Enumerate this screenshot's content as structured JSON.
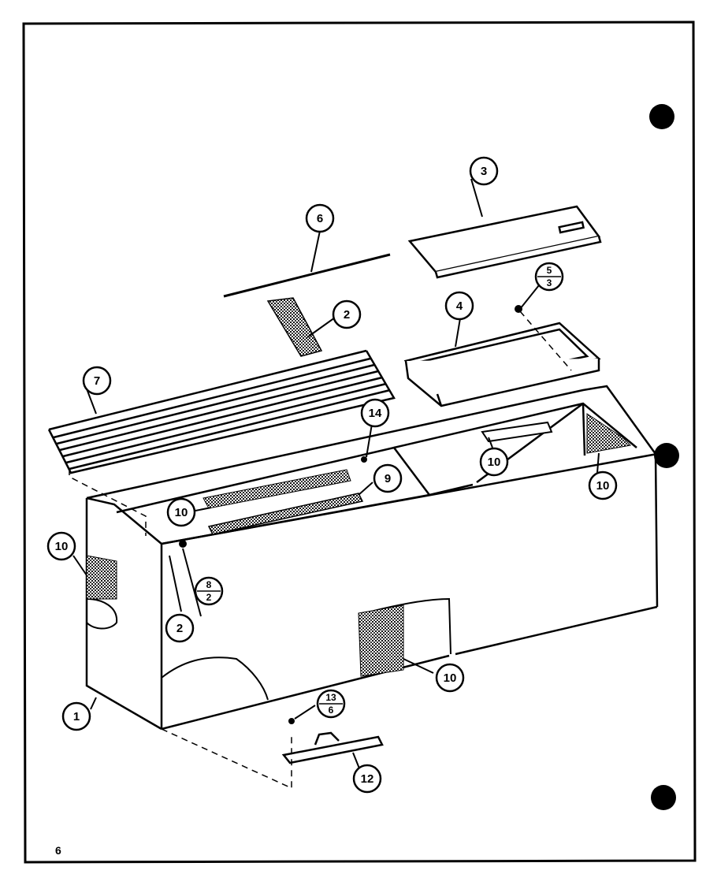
{
  "diagram": {
    "page_number": "6",
    "callouts": [
      {
        "id": "c1",
        "label": "1"
      },
      {
        "id": "c2a",
        "label": "2"
      },
      {
        "id": "c2b",
        "label": "2"
      },
      {
        "id": "c3",
        "label": "3"
      },
      {
        "id": "c4",
        "label": "4"
      },
      {
        "id": "c6",
        "label": "6"
      },
      {
        "id": "c7",
        "label": "7"
      },
      {
        "id": "c9",
        "label": "9"
      },
      {
        "id": "c10a",
        "label": "10"
      },
      {
        "id": "c10b",
        "label": "10"
      },
      {
        "id": "c10c",
        "label": "10"
      },
      {
        "id": "c10d",
        "label": "10"
      },
      {
        "id": "c10e",
        "label": "10"
      },
      {
        "id": "c12",
        "label": "12"
      },
      {
        "id": "c14",
        "label": "14"
      }
    ],
    "fraction_callouts": [
      {
        "id": "f53",
        "top": "5",
        "bottom": "3"
      },
      {
        "id": "f82",
        "top": "8",
        "bottom": "2"
      },
      {
        "id": "f136",
        "top": "13",
        "bottom": "6"
      }
    ]
  }
}
